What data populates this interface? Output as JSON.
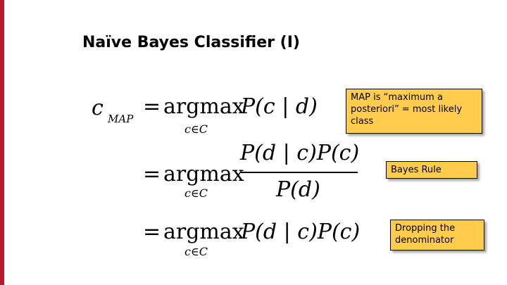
{
  "slide": {
    "title": "Naïve Bayes Classifier (I)",
    "accent_color": "#b3192c",
    "callout_color": "#ffcc4d"
  },
  "equations": {
    "row1": {
      "lhs_var": "c",
      "lhs_subscript": "MAP",
      "equals": "=",
      "operator": "argmax",
      "under": "c∈C",
      "expr": "P(c | d)"
    },
    "row2": {
      "equals": "=",
      "operator": "argmax",
      "under": "c∈C",
      "numerator": "P(d | c)P(c)",
      "denominator": "P(d)"
    },
    "row3": {
      "equals": "=",
      "operator": "argmax",
      "under": "c∈C",
      "expr": "P(d | c)P(c)"
    }
  },
  "callouts": {
    "map": "MAP is “maximum a posteriori”  = most likely class",
    "bayes": "Bayes Rule",
    "dropping": "Dropping the denominator"
  }
}
